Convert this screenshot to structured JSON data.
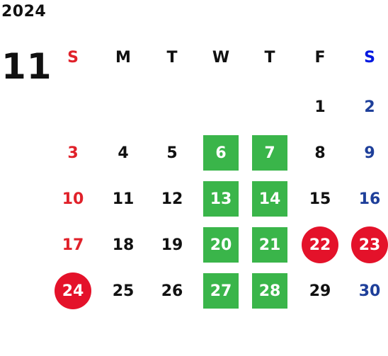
{
  "calendar": {
    "year": "2024",
    "month": "11",
    "weekdays": [
      "S",
      "M",
      "T",
      "W",
      "T",
      "F",
      "S"
    ],
    "first_weekday": 5,
    "days_in_month": 30,
    "green_days": [
      6,
      7,
      13,
      14,
      20,
      21,
      27,
      28
    ],
    "red_days": [
      22,
      23,
      24
    ],
    "colors": {
      "sunday": "#e0212a",
      "saturday": "#1e3f9a",
      "saturday_header": "#0018e0",
      "green_mark": "#3ab54a",
      "red_mark": "#e4122a"
    }
  }
}
